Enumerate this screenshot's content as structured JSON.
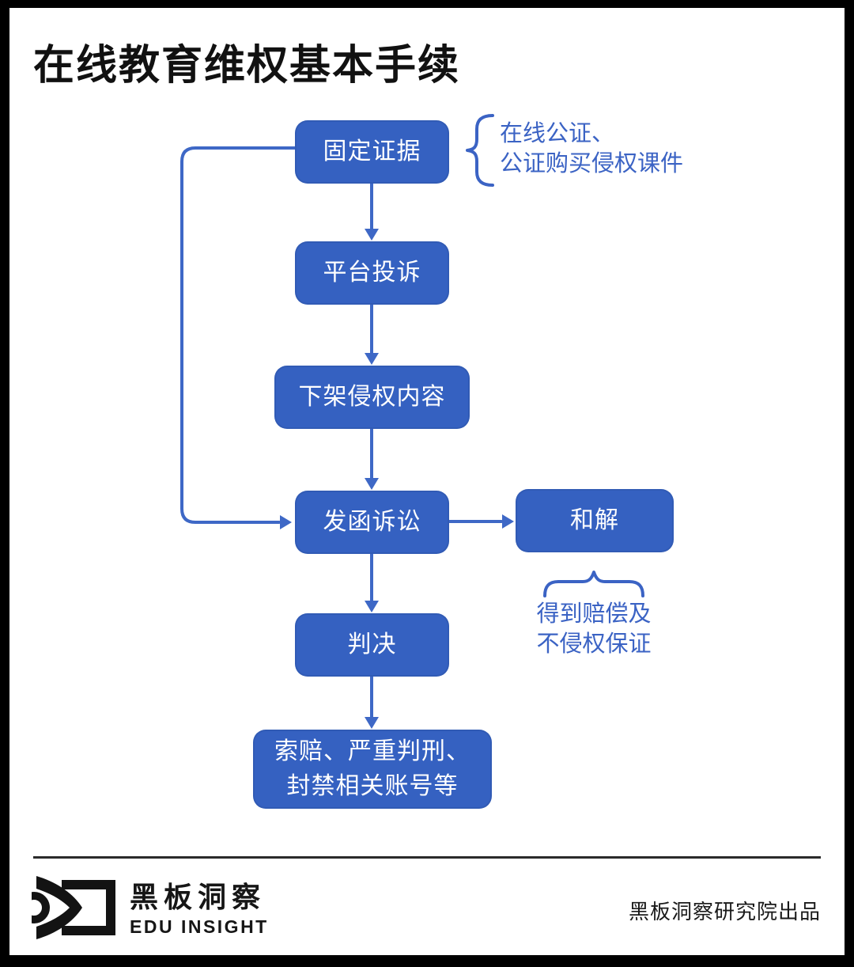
{
  "title": "在线教育维权基本手续",
  "colors": {
    "box-fill": "#3561c1",
    "connector": "#3e68c6",
    "annotation-text": "#3b63c4",
    "box-text": "#ffffff",
    "title-text": "#111111",
    "footer-text": "#1a1a1a"
  },
  "flowchart": {
    "nodes": [
      {
        "id": "fix-evidence",
        "label": "固定证据"
      },
      {
        "id": "platform-complaint",
        "label": "平台投诉"
      },
      {
        "id": "remove-infringing-content",
        "label": "下架侵权内容"
      },
      {
        "id": "send-letter-litigation",
        "label": "发函诉讼"
      },
      {
        "id": "settlement",
        "label": "和解"
      },
      {
        "id": "judgment",
        "label": "判决"
      },
      {
        "id": "penalties",
        "line1": "索赔、严重判刑、",
        "line2": "封禁相关账号等"
      }
    ],
    "annotations": [
      {
        "id": "evidence-note",
        "line1": "在线公证、",
        "line2": "公证购买侵权课件"
      },
      {
        "id": "settlement-note",
        "line1": "得到赔偿及",
        "line2": "不侵权保证"
      }
    ]
  },
  "footer": {
    "brand_cn": "黑板洞察",
    "brand_en": "EDU INSIGHT",
    "credit": "黑板洞察研究院出品"
  }
}
